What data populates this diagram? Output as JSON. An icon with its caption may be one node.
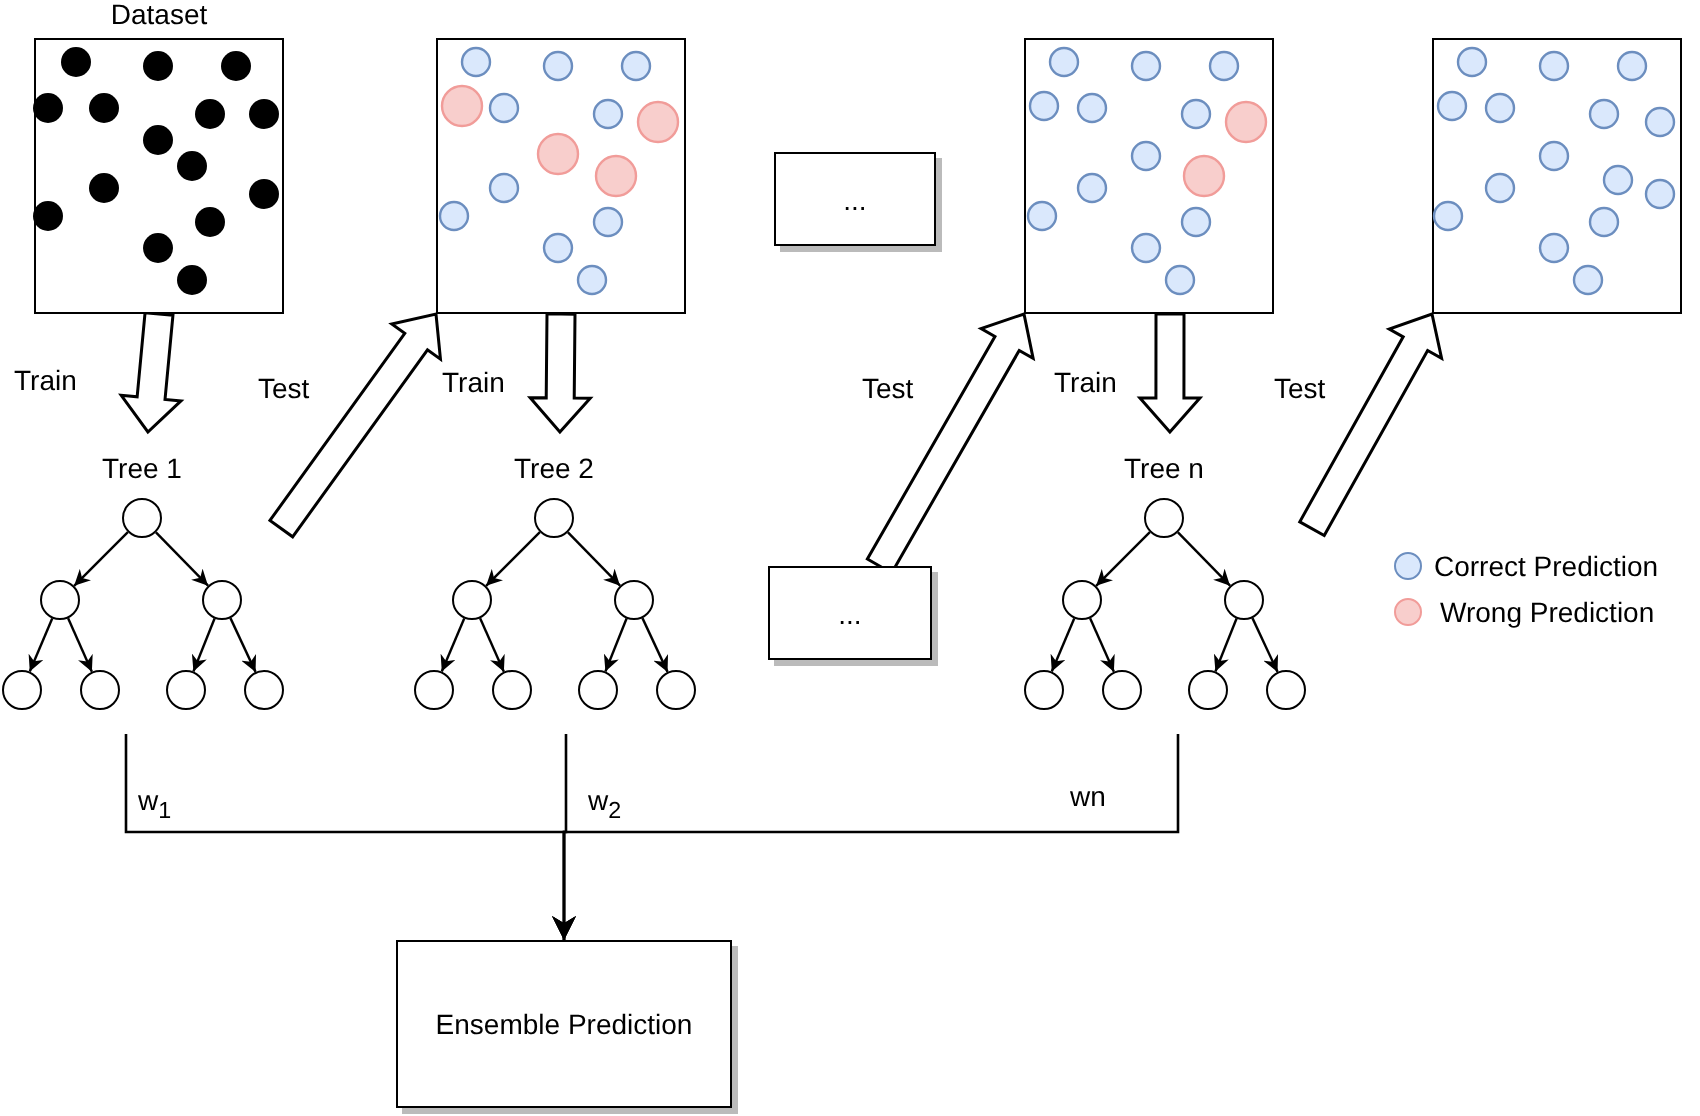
{
  "diagram": {
    "nodes": [
      {
        "text": [
          "Dataset"
        ]
      },
      {
        "text": [],
        "shape": "box"
      },
      {
        "text": [
          "..."
        ]
      },
      {
        "text": [],
        "shape": "box"
      },
      {
        "text": [],
        "shape": "box"
      },
      {
        "text": [
          "Tree 1"
        ]
      },
      {
        "text": [],
        "shape": "circle",
        "in": 5
      },
      {
        "text": [],
        "shape": "circle",
        "in": 5
      },
      {
        "text": [],
        "shape": "circle",
        "in": 5
      },
      {
        "text": [],
        "shape": "circle",
        "in": 5
      },
      {
        "text": [],
        "shape": "circle",
        "in": 5
      },
      {
        "text": [],
        "shape": "circle",
        "in": 5
      },
      {
        "text": [],
        "shape": "circle",
        "in": 5
      },
      {
        "text": [
          "Tree 2"
        ]
      },
      {
        "text": [],
        "shape": "circle",
        "in": 13
      },
      {
        "text": [],
        "shape": "circle",
        "in": 13
      },
      {
        "text": [],
        "shape": "circle",
        "in": 13
      },
      {
        "text": [],
        "shape": "circle",
        "in": 13
      },
      {
        "text": [],
        "shape": "circle",
        "in": 13
      },
      {
        "text": [],
        "shape": "circle",
        "in": 13
      },
      {
        "text": [],
        "shape": "circle",
        "in": 13
      },
      {
        "text": [
          "..."
        ]
      },
      {
        "text": [
          "Tree n"
        ]
      },
      {
        "text": [],
        "shape": "circle",
        "in": 22
      },
      {
        "text": [],
        "shape": "circle",
        "in": 22
      },
      {
        "text": [],
        "shape": "circle",
        "in": 22
      },
      {
        "text": [],
        "shape": "circle",
        "in": 22
      },
      {
        "text": [],
        "shape": "circle",
        "in": 22
      },
      {
        "text": [],
        "shape": "circle",
        "in": 22
      },
      {
        "text": [],
        "shape": "circle",
        "in": 22
      },
      {
        "text": [
          "Ensemble Prediction"
        ]
      }
    ],
    "edges": [
      {
        "from": 0,
        "to": 5,
        "arrow": "to",
        "label": "Train",
        "style": "thick"
      },
      {
        "from": 5,
        "to": 1,
        "arrow": "to",
        "label": "Test",
        "style": "thick"
      },
      {
        "from": 1,
        "to": 13,
        "arrow": "to",
        "label": "Train",
        "style": "thick"
      },
      {
        "from": 21,
        "to": 3,
        "arrow": "to",
        "label": "Test",
        "style": "thick"
      },
      {
        "from": 3,
        "to": 22,
        "arrow": "to",
        "label": "Train",
        "style": "thick"
      },
      {
        "from": 22,
        "to": 4,
        "arrow": "to",
        "label": "Test",
        "style": "thick"
      },
      {
        "from": 6,
        "to": 7,
        "arrow": "to"
      },
      {
        "from": 6,
        "to": 8,
        "arrow": "to"
      },
      {
        "from": 7,
        "to": 9,
        "arrow": "to"
      },
      {
        "from": 7,
        "to": 10,
        "arrow": "to"
      },
      {
        "from": 8,
        "to": 11,
        "arrow": "to"
      },
      {
        "from": 8,
        "to": 12,
        "arrow": "to"
      },
      {
        "from": 14,
        "to": 15,
        "arrow": "to"
      },
      {
        "from": 14,
        "to": 16,
        "arrow": "to"
      },
      {
        "from": 15,
        "to": 17,
        "arrow": "to"
      },
      {
        "from": 15,
        "to": 18,
        "arrow": "to"
      },
      {
        "from": 16,
        "to": 19,
        "arrow": "to"
      },
      {
        "from": 16,
        "to": 20,
        "arrow": "to"
      },
      {
        "from": 23,
        "to": 24,
        "arrow": "to"
      },
      {
        "from": 23,
        "to": 25,
        "arrow": "to"
      },
      {
        "from": 24,
        "to": 26,
        "arrow": "to"
      },
      {
        "from": 24,
        "to": 27,
        "arrow": "to"
      },
      {
        "from": 25,
        "to": 28,
        "arrow": "to"
      },
      {
        "from": 25,
        "to": 29,
        "arrow": "to"
      },
      {
        "from": 5,
        "to": 30,
        "arrow": "to",
        "label": "w$_{1}$"
      },
      {
        "from": 13,
        "to": 30,
        "arrow": "to",
        "label": "w$_{2}$"
      },
      {
        "from": 22,
        "to": 30,
        "arrow": "to",
        "label": "wn"
      }
    ],
    "legend": [
      {
        "text": "Correct Prediction",
        "color": "#dae8fc"
      },
      {
        "text": "Wrong Prediction",
        "color": "#f8cecc"
      }
    ]
  }
}
